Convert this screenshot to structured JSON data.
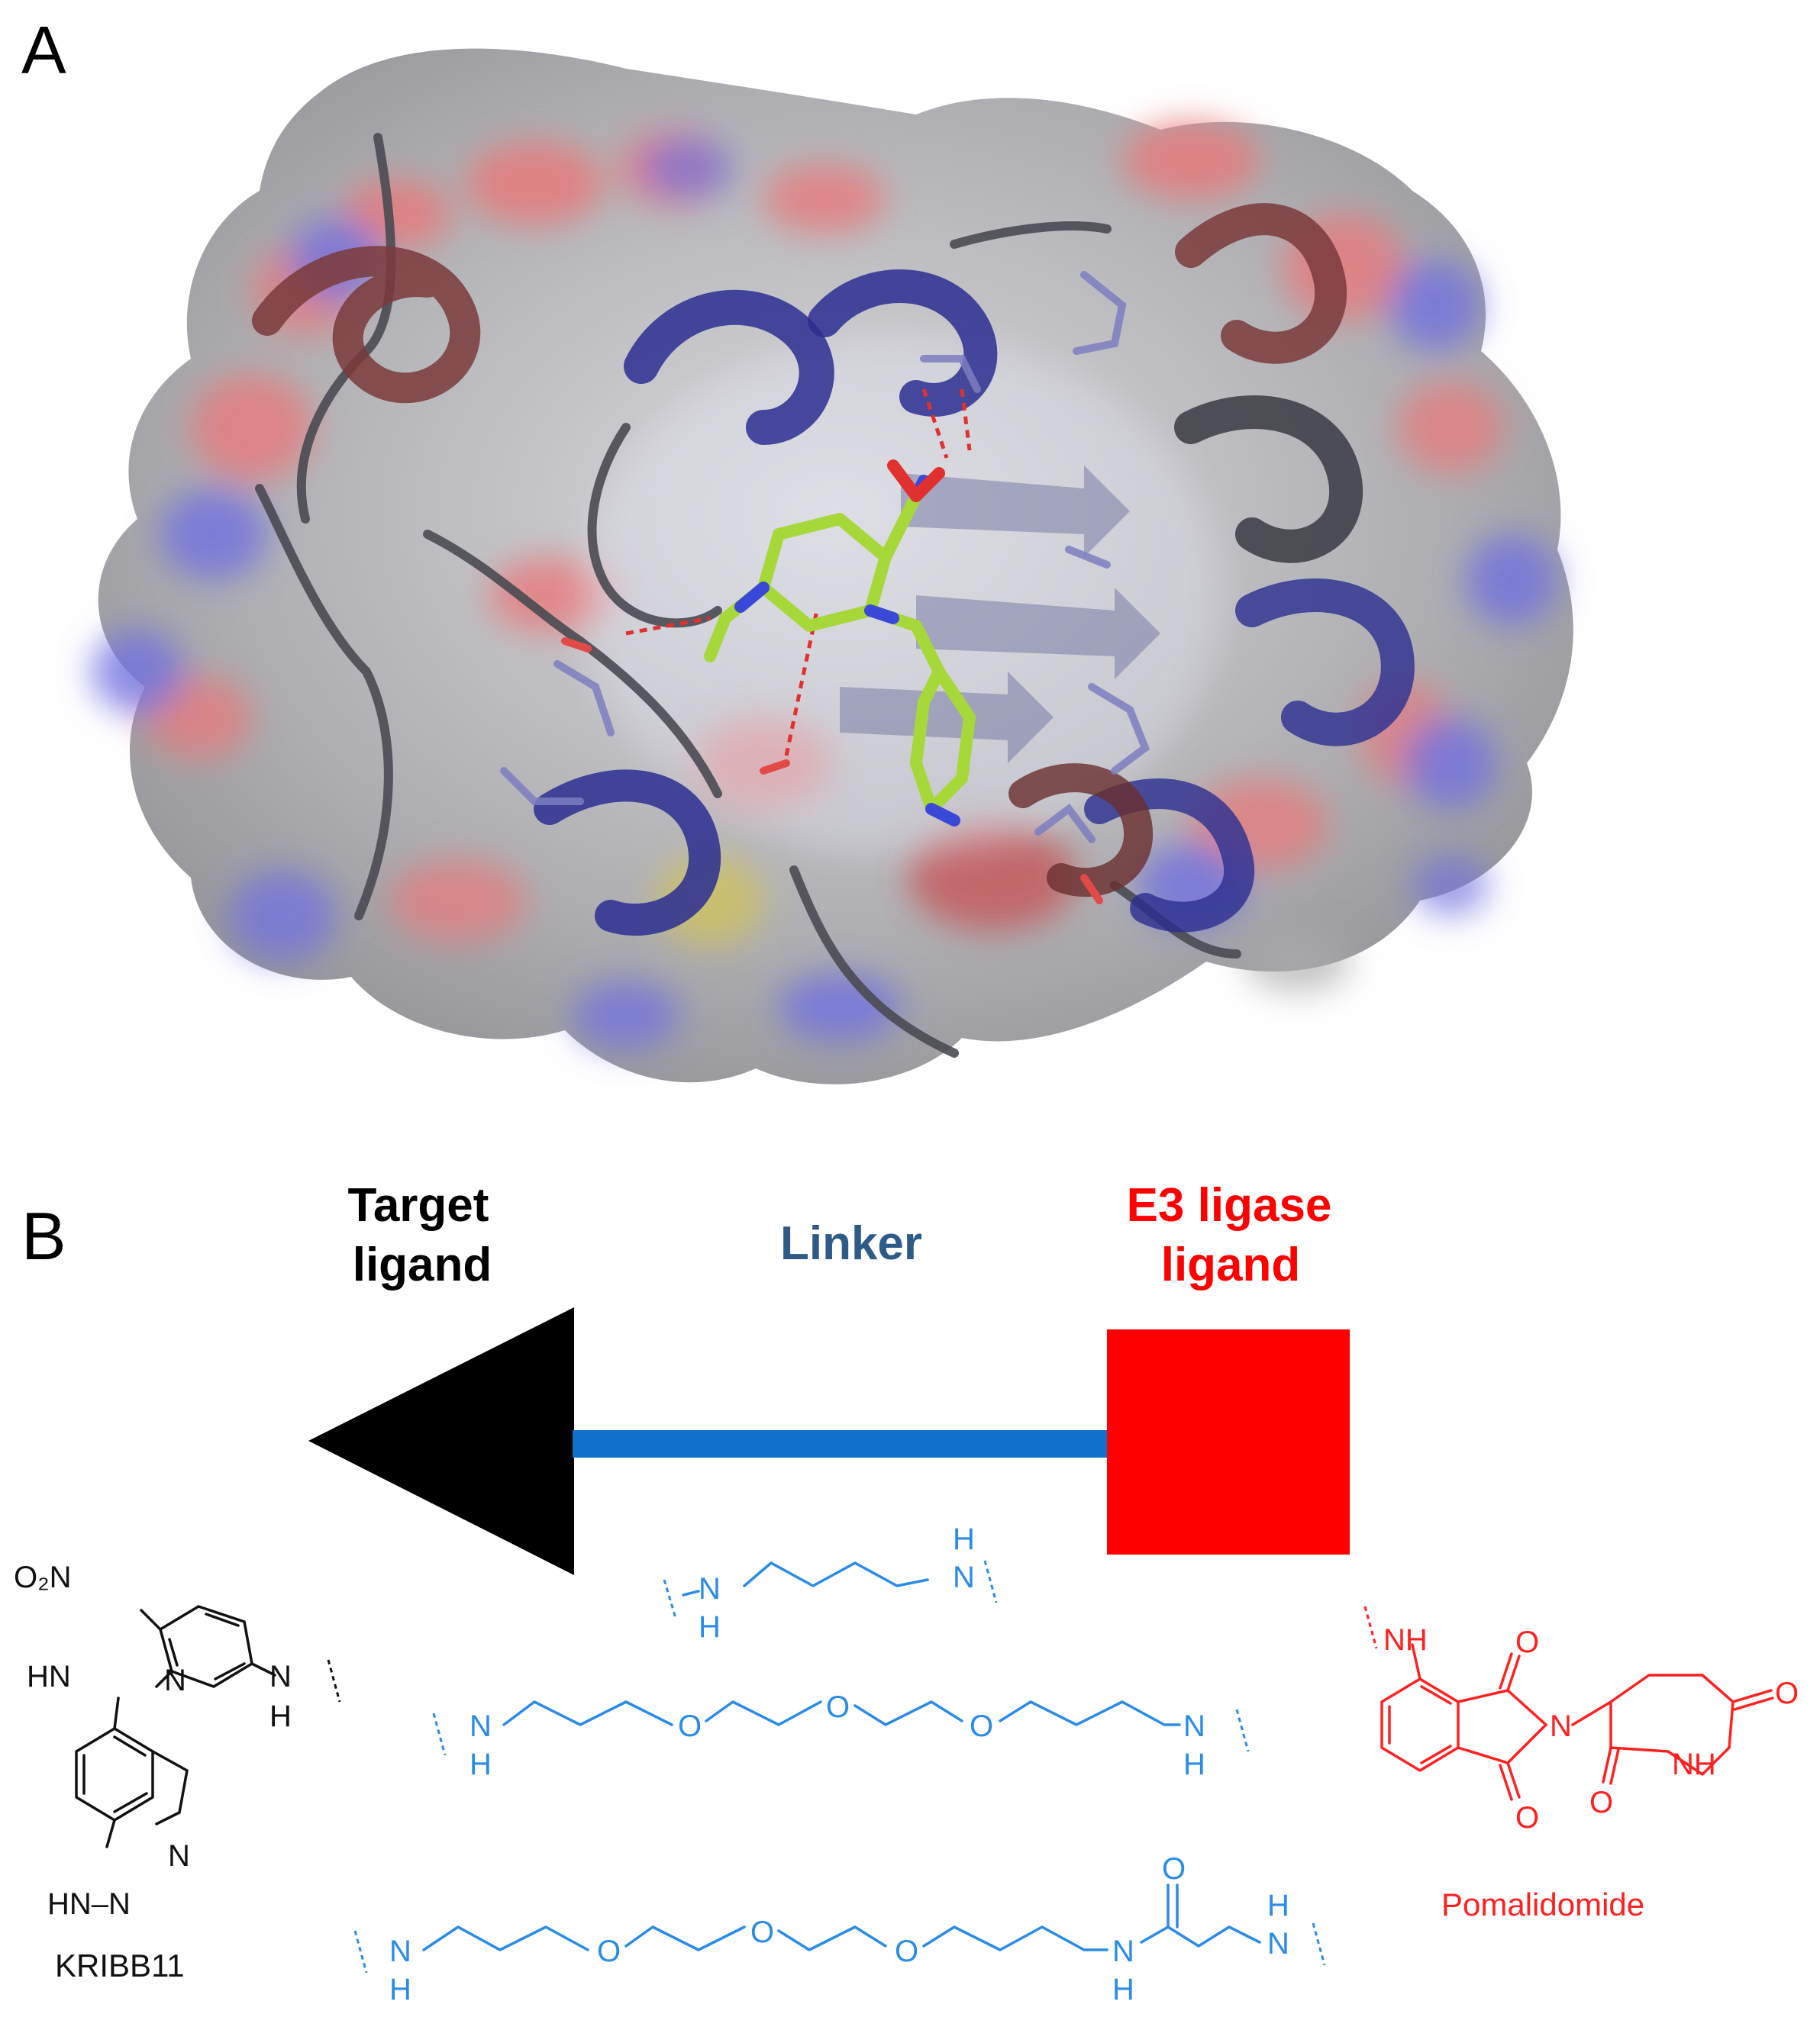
{
  "panel_a": {
    "label": "A"
  },
  "panel_b": {
    "label": "B",
    "target_ligand": {
      "line1": "Target",
      "line2": "ligand",
      "color": "#000000"
    },
    "linker": {
      "label": "Linker",
      "color": "#2e5a88",
      "bar_color": "#1170c8"
    },
    "e3_ligand": {
      "line1": "E3 ligase",
      "line2": "ligand",
      "color": "#ff0000"
    },
    "kribb11": {
      "name": "KRIBB11",
      "atoms": {
        "o2n": "O₂N",
        "hn": "HN",
        "n_ring": "N",
        "nh_n": "N",
        "nh_h": "H",
        "hn_n": "HN–N",
        "n_pyr": "N"
      }
    },
    "linkers": [
      {
        "id": "linker-1",
        "atoms": [
          "N",
          "H",
          "N",
          "H"
        ]
      },
      {
        "id": "linker-2",
        "atoms": [
          "N",
          "H",
          "O",
          "O",
          "O",
          "N",
          "H"
        ]
      },
      {
        "id": "linker-3",
        "atoms": [
          "N",
          "H",
          "O",
          "O",
          "O",
          "N",
          "H",
          "O",
          "N",
          "H"
        ]
      }
    ],
    "pomalidomide": {
      "name": "Pomalidomide",
      "atoms": {
        "nh": "NH",
        "o_top": "O",
        "n": "N",
        "o_bot": "O",
        "o_right": "O",
        "nh_ring": "NH",
        "o_ring": "O"
      }
    }
  }
}
